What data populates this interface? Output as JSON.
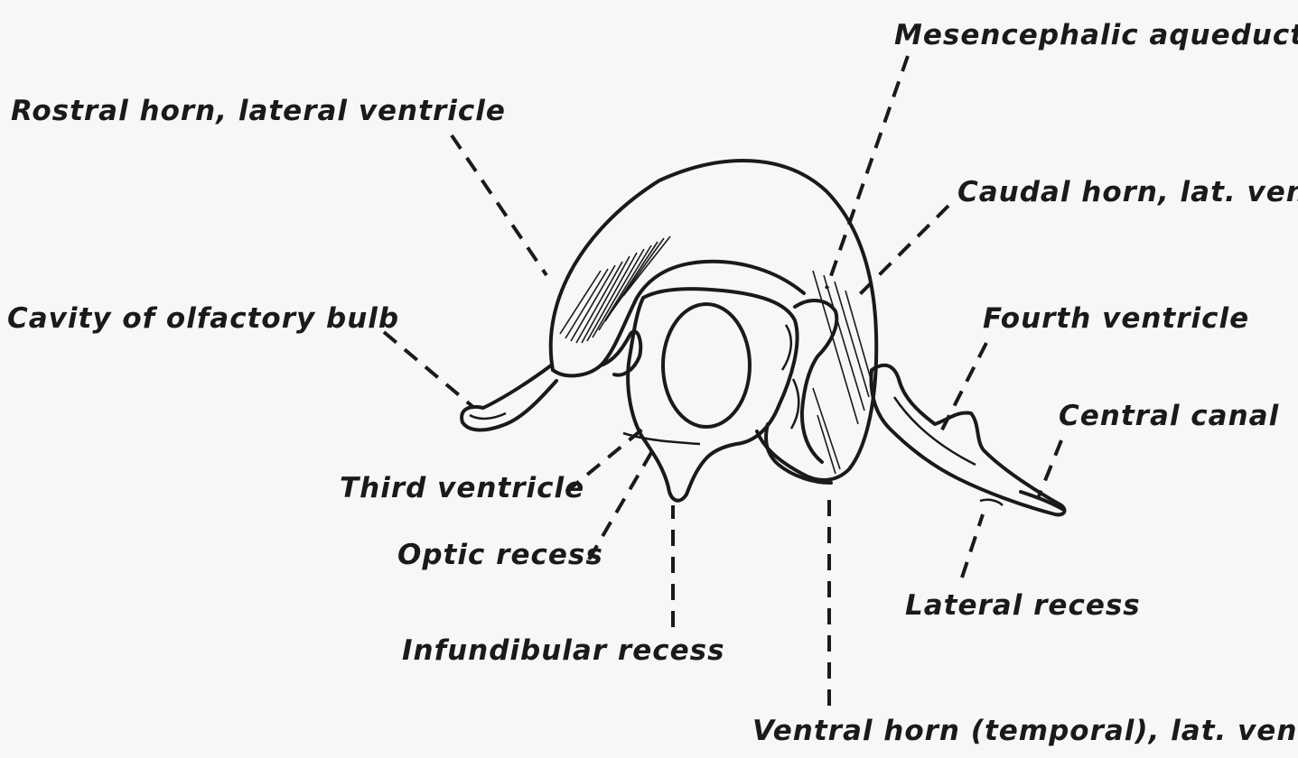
{
  "labels": {
    "mesencephalic_aqueduct": "Mesencephalic aqueduct",
    "rostral_horn": "Rostral horn, lateral ventricle",
    "caudal_horn": "Caudal horn, lat. vent.",
    "olfactory_bulb": "Cavity of olfactory bulb",
    "fourth_ventricle": "Fourth ventricle",
    "central_canal": "Central canal",
    "third_ventricle": "Third ventricle",
    "optic_recess": "Optic recess",
    "lateral_recess": "Lateral recess",
    "infundibular_recess": "Infundibular recess",
    "ventral_horn": "Ventral horn (temporal), lat. vent."
  }
}
